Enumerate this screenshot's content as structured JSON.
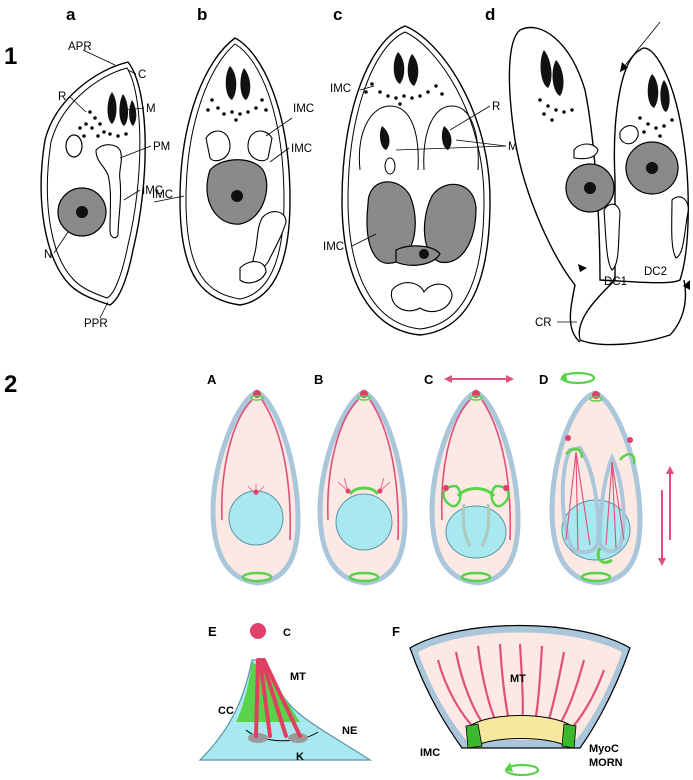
{
  "figure": {
    "panel1": {
      "number": "1",
      "subpanels": [
        "a",
        "b",
        "c",
        "d"
      ],
      "labels": {
        "apr": "APR",
        "c": "C",
        "r": "R",
        "m": "M",
        "pm": "PM",
        "imc": "IMC",
        "n": "N",
        "ppr": "PPR",
        "dc1": "DC1",
        "dc2": "DC2",
        "cr": "CR"
      }
    },
    "panel2": {
      "number": "2",
      "subpanels": [
        "A",
        "B",
        "C",
        "D",
        "E",
        "F"
      ],
      "labels": {
        "c": "C",
        "mt": "MT",
        "cc": "CC",
        "ne": "NE",
        "k": "K",
        "imc": "IMC",
        "myoc": "MyoC",
        "morn": "MORN"
      }
    }
  },
  "colors": {
    "cytoplasm": "#fde9e4",
    "pellicle": "#a9c6da",
    "nucleus": "#a8e8ef",
    "microtubule": "#e0507a",
    "centrosome": "#e0406a",
    "ring": "#5ad24a",
    "myoc_band": "#f5e9a0",
    "morn": "#3bb82e"
  }
}
